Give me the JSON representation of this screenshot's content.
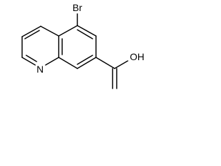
{
  "molecule": {
    "atoms": {
      "bromine": "Br",
      "nitrogen": "N",
      "hydroxyl": "OH",
      "carbonyl_oxygen": ""
    }
  }
}
